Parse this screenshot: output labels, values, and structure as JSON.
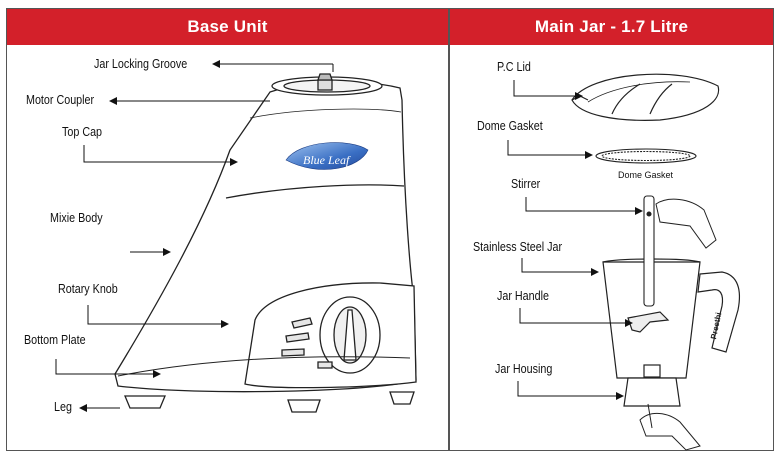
{
  "panels": {
    "left": {
      "title": "Base Unit"
    },
    "right": {
      "title": "Main Jar - 1.7 Litre"
    }
  },
  "left_labels": {
    "jar_locking_groove": "Jar Locking Groove",
    "motor_coupler": "Motor Coupler",
    "top_cap": "Top Cap",
    "mixie_body": "Mixie Body",
    "rotary_knob": "Rotary Knob",
    "bottom_plate": "Bottom Plate",
    "leg": "Leg"
  },
  "right_labels": {
    "pc_lid": "P.C Lid",
    "dome_gasket": "Dome Gasket",
    "dome_gasket_caption": "Dome Gasket",
    "stirrer": "Stirrer",
    "stainless_steel_jar": "Stainless Steel Jar",
    "jar_handle": "Jar Handle",
    "jar_housing": "Jar Housing"
  },
  "brand": {
    "logo_text": "Blue Leaf",
    "handle_text": "Preethi"
  },
  "colors": {
    "header": "#d3202a",
    "logo_blue": "#3a6fc4"
  }
}
